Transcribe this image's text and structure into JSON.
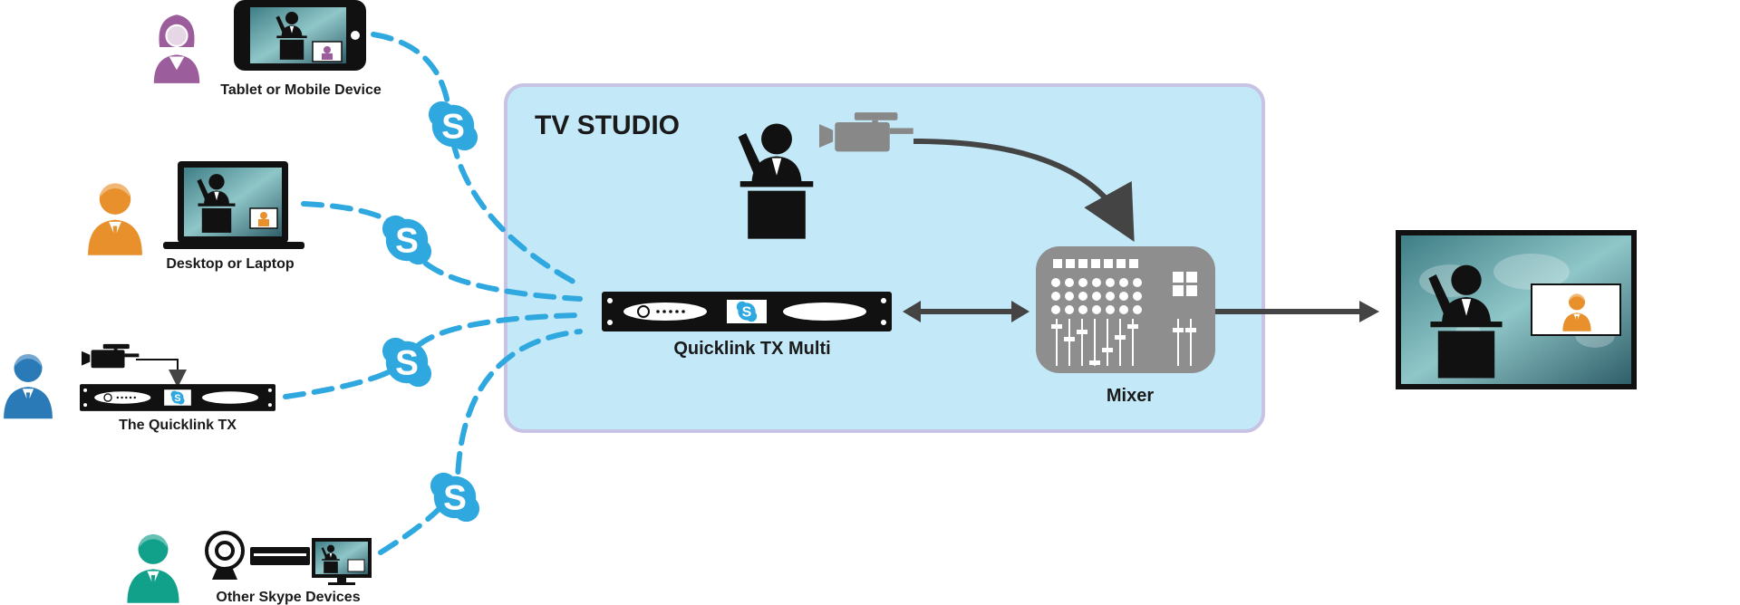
{
  "studio": {
    "title": "TV STUDIO",
    "fill": "#c3e8f7",
    "border": "#c6c3e4"
  },
  "sources": {
    "mobile": {
      "label": "Tablet or Mobile Device",
      "person_color": "#9b5d9b"
    },
    "laptop": {
      "label": "Desktop or Laptop",
      "person_color": "#e8912c"
    },
    "quicklink_tx": {
      "label": "The Quicklink TX",
      "person_color": "#2a7ab8"
    },
    "other": {
      "label": "Other Skype Devices",
      "person_color": "#11a08a"
    }
  },
  "devices": {
    "tx_multi": {
      "label": "Quicklink TX Multi"
    },
    "mixer": {
      "label": "Mixer",
      "fill": "#8e8e8e"
    }
  },
  "colors": {
    "link": "#2fa8e0",
    "skype": "#2fa8e0",
    "arrow": "#444444",
    "ink": "#111111"
  },
  "icons": {
    "skype": "skype-icon",
    "camera": "video-camera-icon",
    "presenter": "presenter-at-podium-icon",
    "mixer": "video-mixer-icon",
    "monitor": "tv-output-icon"
  }
}
